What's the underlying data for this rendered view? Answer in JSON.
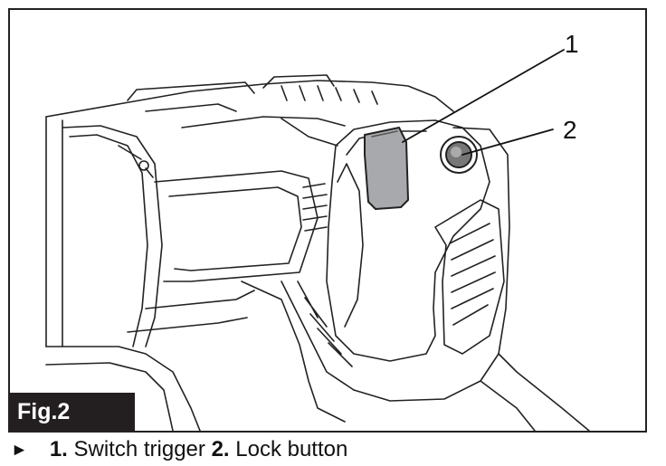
{
  "figure": {
    "label": "Fig.2",
    "callouts": [
      {
        "number": "1",
        "name": "Switch trigger"
      },
      {
        "number": "2",
        "name": "Lock button"
      }
    ]
  },
  "caption": {
    "bullet": "►",
    "items": [
      {
        "number": "1.",
        "text": "Switch trigger"
      },
      {
        "number": "2.",
        "text": "Lock button"
      }
    ]
  },
  "colors": {
    "frame": "#222222",
    "label_bg": "#231f20",
    "label_text": "#ffffff",
    "trigger_fill": "#a7a9ac"
  }
}
